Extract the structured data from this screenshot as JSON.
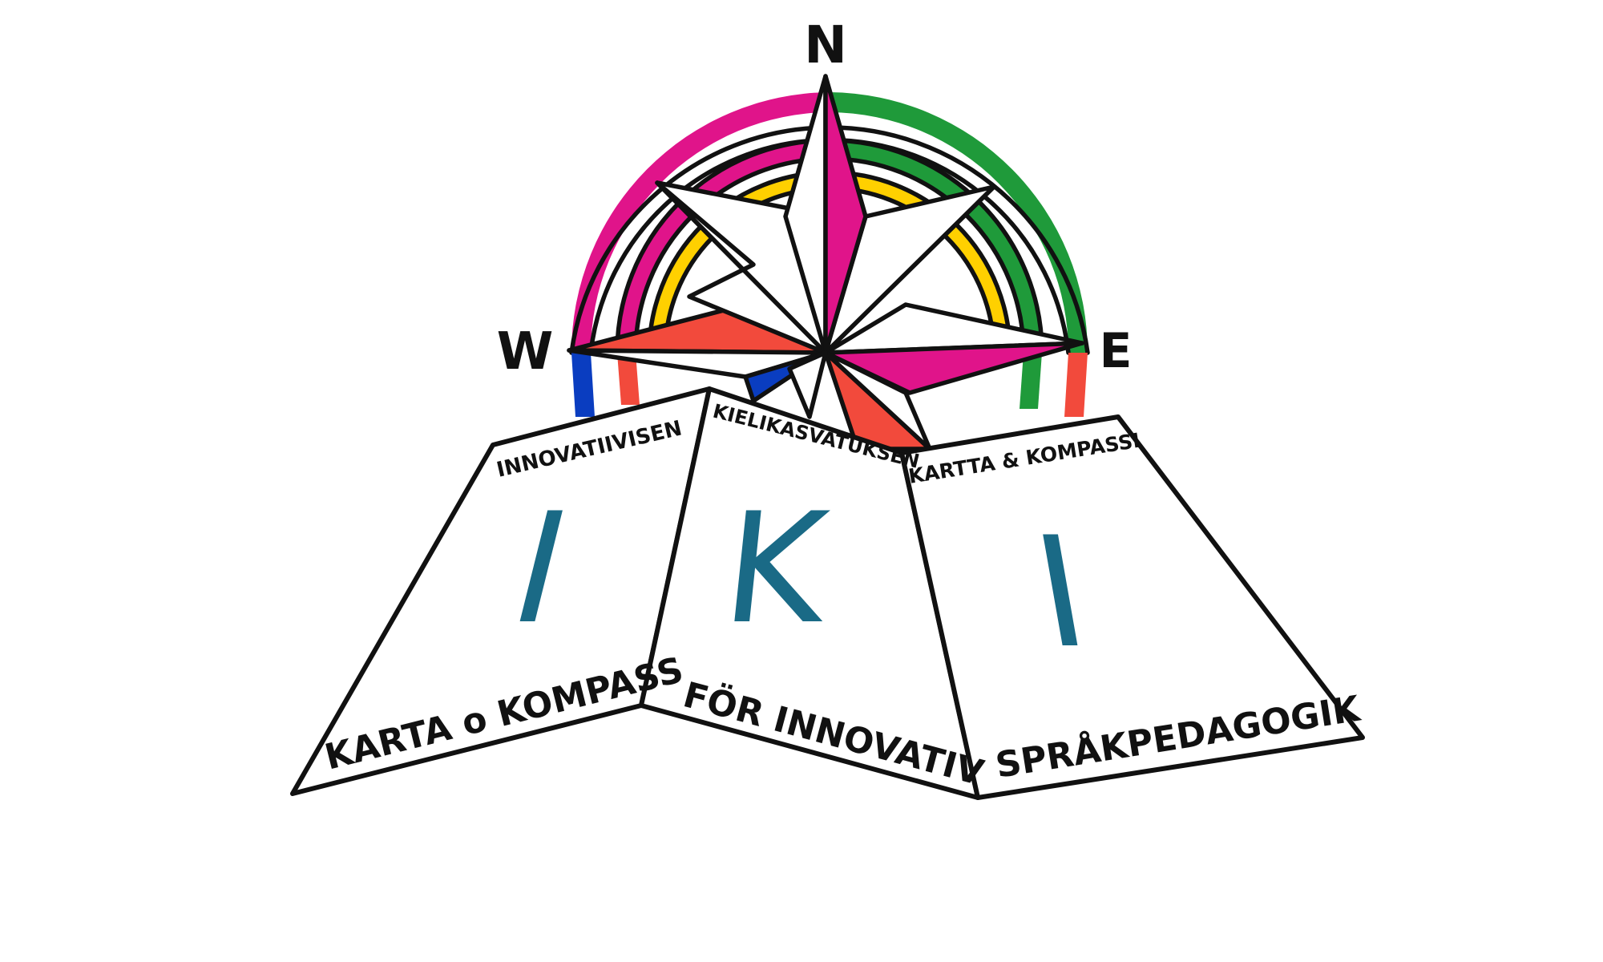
{
  "compass": {
    "north": "N",
    "west": "W",
    "east": "E"
  },
  "map": {
    "left": {
      "top_label": "INNOVATIIVISEN",
      "letter": "I",
      "bottom_label": "KARTA o KOMPASS"
    },
    "middle": {
      "top_label": "KIELIKASVATUKSEN",
      "letter": "K",
      "bottom_label": "FÖR INNOVATIV"
    },
    "right": {
      "top_label": "KARTTA & KOMPASSI",
      "letter": "I",
      "bottom_label": "SPRÅKPEDAGOGIK"
    }
  },
  "colors": {
    "magenta": "#e0148a",
    "green": "#1f9a3a",
    "yellow": "#ffd000",
    "red": "#f24a3c",
    "blue": "#0a3dc0",
    "letter": "#1a6a86",
    "ink": "#111111"
  }
}
